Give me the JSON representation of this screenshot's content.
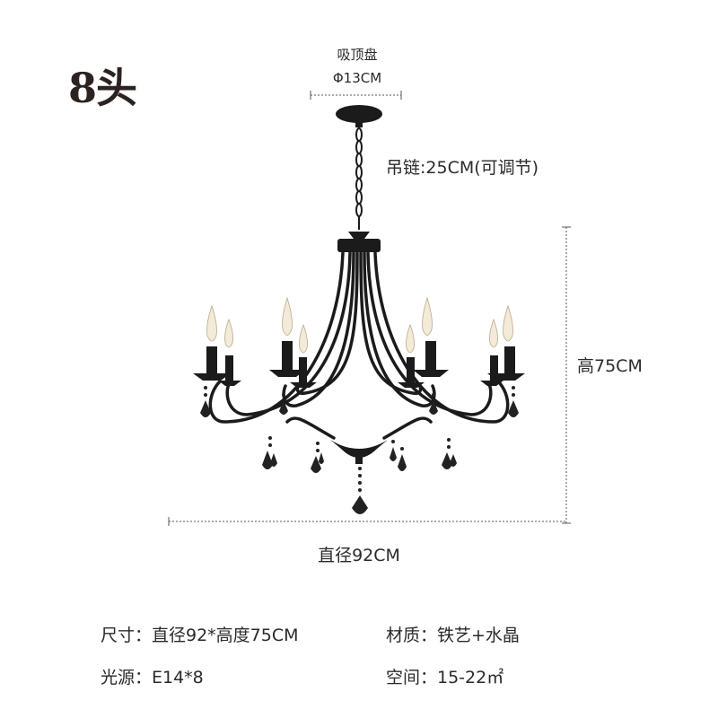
{
  "title": "8头",
  "dimensions": {
    "canopy_label": "吸顶盘",
    "canopy_size": "Φ13CM",
    "chain": "吊链:25CM(可调节)",
    "height": "高75CM",
    "diameter": "直径92CM"
  },
  "specs": {
    "size": "尺寸：直径92*高度75CM",
    "material": "材质：铁艺+水晶",
    "light_source": "光源：E14*8",
    "space": "空间：15-22㎡"
  },
  "colors": {
    "iron": "#1b1b1b",
    "text": "#2a2a2a",
    "bulb": "#f3ead8"
  }
}
